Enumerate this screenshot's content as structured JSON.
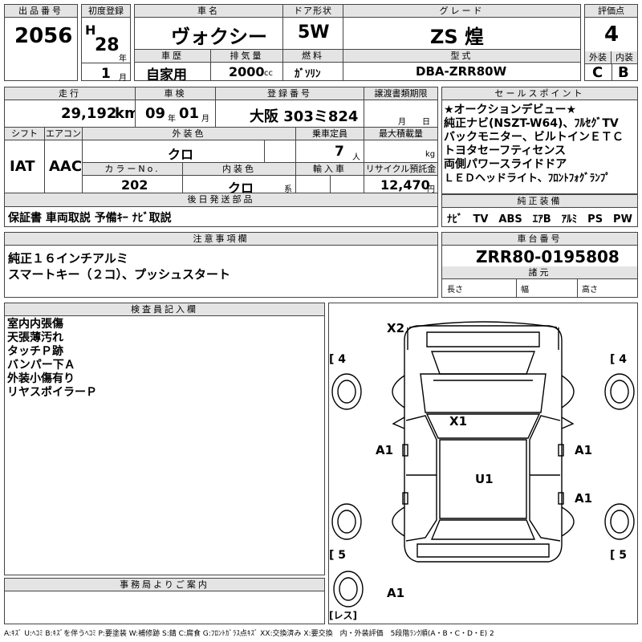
{
  "labels": {
    "lot_no": "出品番号",
    "first_reg": "初度登録",
    "car_name": "車名",
    "door": "ドア形状",
    "grade": "グレード",
    "rating": "評価点",
    "history": "車歴",
    "displacement": "排気量",
    "fuel": "燃料",
    "model_code": "型式",
    "exterior": "外装",
    "interior": "内装",
    "mileage": "走行",
    "inspection": "車検",
    "reg_no": "登録番号",
    "transfer_deadline": "譲渡書類期限",
    "sales_points": "セールスポイント",
    "shift": "シフト",
    "aircon": "エアコン",
    "ext_color": "外装色",
    "capacity": "乗車定員",
    "max_load": "最大積載量",
    "color_no": "カラーNo.",
    "int_color": "内装色",
    "import": "輸入車",
    "recycle": "リサイクル預託金",
    "later_parts": "後日発送部品",
    "std_equipment": "純正装備",
    "notes": "注意事項欄",
    "chassis_no": "車台番号",
    "dimensions": "諸元",
    "length": "長さ",
    "width": "幅",
    "height": "高さ",
    "inspector": "検査員記入欄",
    "office": "事務局よりご案内"
  },
  "values": {
    "lot_no": "2056",
    "era": "H",
    "year": "28",
    "year_unit": "年",
    "month": "1",
    "month_unit": "月",
    "car_name": "ヴォクシー",
    "door": "5W",
    "grade": "ZS 煌",
    "rating": "4",
    "history": "自家用",
    "displacement": "2000",
    "displacement_unit": "cc",
    "fuel": "ｶﾞｿﾘﾝ",
    "model_code": "DBA-ZRR80W",
    "exterior": "C",
    "interior": "B",
    "mileage": "29,192",
    "mileage_unit": "km",
    "insp_year": "09",
    "insp_year_unit": "年",
    "insp_month": "01",
    "insp_month_unit": "月",
    "reg_no": "大阪 303ミ824",
    "deadline_month_unit": "月",
    "deadline_day_unit": "日",
    "shift": "IAT",
    "aircon": "AAC",
    "ext_color": "クロ",
    "capacity": "7",
    "capacity_unit": "人",
    "max_load_unit": "kg",
    "color_no": "202",
    "int_color": "クロ",
    "int_color_unit": "系",
    "recycle": "12,470",
    "recycle_unit": "円",
    "later_parts": "保証書 車両取説 予備ｷｰ ﾅﾋﾞ取説",
    "std_equipment": "ﾅﾋﾞ　TV　ABS　ｴｱB　ｱﾙﾐ　PS　PW",
    "chassis_no": "ZRR80-0195808"
  },
  "sales_points": [
    "★オークションデビュー★",
    "純正ナビ(NSZT-W64)、ﾌﾙｾｸﾞTV",
    "バックモニター、ビルトインＥＴＣ",
    "トヨタセーフティセンス",
    "両側パワースライドドア",
    "ＬＥＤヘッドライト、ﾌﾛﾝﾄﾌｫｸﾞﾗﾝﾌﾟ"
  ],
  "notes": [
    "純正１６インチアルミ",
    "スマートキー（２コ）、プッシュスタート"
  ],
  "inspector_notes": [
    "室内内張傷",
    "天張薄汚れ",
    "タッチＰ跡",
    "バンパー下Ａ",
    "外装小傷有り",
    "リヤスポイラーＰ"
  ],
  "diagram": {
    "marks": [
      "X2",
      "X1",
      "A1",
      "A1",
      "U1",
      "A1",
      "A1"
    ],
    "tires": [
      "4",
      "4",
      "5",
      "5"
    ],
    "spare": "レス"
  },
  "legend": "A:ｷｽﾞ U:ﾍｺﾐ B:ｷｽﾞを伴うﾍｺﾐ P:要塗装 W:補修跡 S:錆 C:腐食 G:ﾌﾛﾝﾄｶﾞﾗｽ点ｷｽﾞ XX:交換済み X:要交換　内・外装評価　5段階ﾗﾝｸ順(A・B・C・D・E) 2"
}
